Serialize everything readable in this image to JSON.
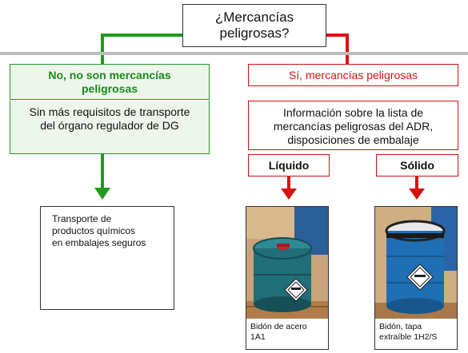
{
  "question": [
    "¿Mercancías",
    "peligrosas?"
  ],
  "no_branch": {
    "title": [
      "No, no son mercancías",
      "peligrosas"
    ],
    "body": [
      "Sin más requisitos de transporte",
      "del órgano regulador de DG"
    ],
    "result": [
      "Transporte de",
      "productos químicos",
      "en embalajes seguros"
    ]
  },
  "yes_branch": {
    "title": "Sí, mercancías peligrosas",
    "body": [
      "Información sobre la lista de",
      "mercancías peligrosas del ADR,",
      "disposiciones de embalaje"
    ],
    "liquid": {
      "label": "Líquido",
      "caption": [
        "Bidón de acero",
        "1A1"
      ]
    },
    "solid": {
      "label": "Sólido",
      "caption": [
        "Bidón, tapa",
        "extraíble 1H2/S"
      ]
    }
  },
  "colors": {
    "no": "#1f9b1f",
    "yes": "#d41414",
    "no_fill": "#eef6ec",
    "divider": "#bdbdbd",
    "drum_blue": "#1f6fb4",
    "drum_teal": "#1f6e78",
    "cap_red": "#c8242c"
  },
  "icons": [
    "green-arrow-icon",
    "red-arrow-icon",
    "hazard-diamond-icon"
  ]
}
